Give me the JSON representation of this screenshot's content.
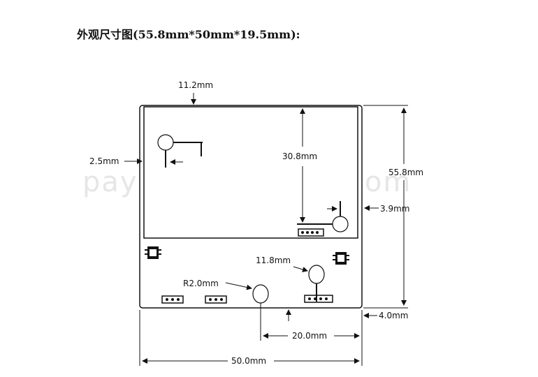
{
  "title": "外观尺寸图(55.8mm*50mm*19.5mm):",
  "watermark": "paydianlou@163.com",
  "dimensions": {
    "top_offset": "11.2mm",
    "left_offset": "2.5mm",
    "display_height": "30.8mm",
    "total_height": "55.8mm",
    "right_offset": "3.9mm",
    "hole_offset": "11.8mm",
    "hole_radius": "R2.0mm",
    "bottom_offset": "4.0mm",
    "hole_spacing": "20.0mm",
    "total_width": "50.0mm"
  }
}
